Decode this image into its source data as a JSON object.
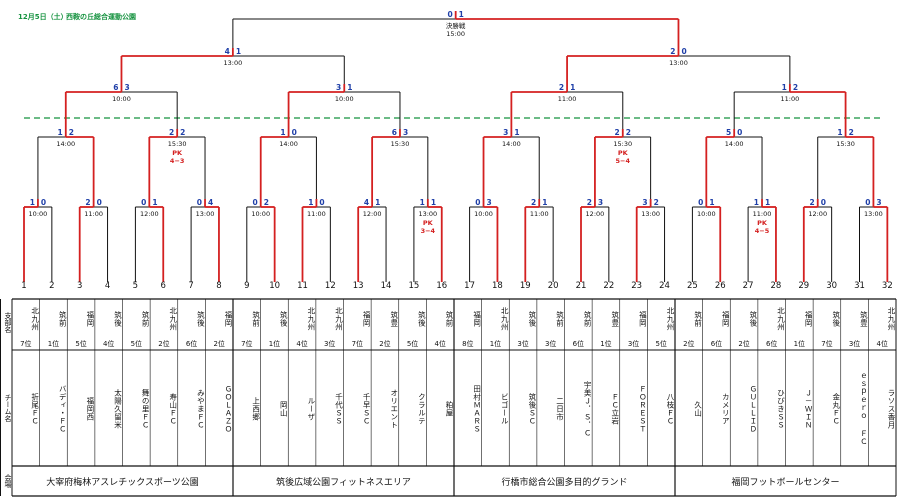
{
  "header": {
    "date": "12月5日（土）",
    "venue": "西鞍の丘総合運動公園"
  },
  "final": {
    "label": "決勝戦",
    "time": "15:00",
    "score_left": "0",
    "score_right": "1"
  },
  "row_labels": {
    "district": "支部名",
    "team": "チーム名",
    "venue": "会場"
  },
  "teams": [
    {
      "no": "1",
      "district": "北九州",
      "rank": "7位",
      "name": "折尾ＦＣ"
    },
    {
      "no": "2",
      "district": "筑前",
      "rank": "1位",
      "name": "バディ・ＦＣ"
    },
    {
      "no": "3",
      "district": "福岡",
      "rank": "5位",
      "name": "福岡西"
    },
    {
      "no": "4",
      "district": "筑後",
      "rank": "4位",
      "name": "太陽久留米"
    },
    {
      "no": "5",
      "district": "筑前",
      "rank": "5位",
      "name": "舞の里ＦＣ"
    },
    {
      "no": "6",
      "district": "北九州",
      "rank": "2位",
      "name": "寿山ＦＣ"
    },
    {
      "no": "7",
      "district": "筑後",
      "rank": "6位",
      "name": "みやまＦＣ"
    },
    {
      "no": "8",
      "district": "福岡",
      "rank": "2位",
      "name": "ＧＯＬＡＺＯ"
    },
    {
      "no": "9",
      "district": "筑前",
      "rank": "7位",
      "name": "上西郷"
    },
    {
      "no": "10",
      "district": "筑後",
      "rank": "1位",
      "name": "岡山"
    },
    {
      "no": "11",
      "district": "北九州",
      "rank": "4位",
      "name": "ルーザ"
    },
    {
      "no": "12",
      "district": "北九州",
      "rank": "3位",
      "name": "千代ＳＳ"
    },
    {
      "no": "13",
      "district": "福岡",
      "rank": "7位",
      "name": "千早ＳＣ"
    },
    {
      "no": "14",
      "district": "筑豊",
      "rank": "2位",
      "name": "オリエント"
    },
    {
      "no": "15",
      "district": "筑後",
      "rank": "5位",
      "name": "クラルテ"
    },
    {
      "no": "16",
      "district": "筑前",
      "rank": "4位",
      "name": "粕屋"
    },
    {
      "no": "17",
      "district": "福岡",
      "rank": "8位",
      "name": "田村ＭＡＲＳ"
    },
    {
      "no": "18",
      "district": "北九州",
      "rank": "1位",
      "name": "ビゴール"
    },
    {
      "no": "19",
      "district": "筑後",
      "rank": "3位",
      "name": "筑後ＳＣ"
    },
    {
      "no": "20",
      "district": "筑前",
      "rank": "3位",
      "name": "二日市"
    },
    {
      "no": "21",
      "district": "筑前",
      "rank": "6位",
      "name": "宇美Ｊ．Ｓ．Ｃ"
    },
    {
      "no": "22",
      "district": "筑豊",
      "rank": "1位",
      "name": "ＦＣ立岩"
    },
    {
      "no": "23",
      "district": "福岡",
      "rank": "3位",
      "name": "ＦＯＲＥＳＴ"
    },
    {
      "no": "24",
      "district": "北九州",
      "rank": "5位",
      "name": "八枝ＦＣ"
    },
    {
      "no": "25",
      "district": "筑前",
      "rank": "2位",
      "name": "久山"
    },
    {
      "no": "26",
      "district": "福岡",
      "rank": "6位",
      "name": "カメリア"
    },
    {
      "no": "27",
      "district": "筑後",
      "rank": "2位",
      "name": "ＧＵＬＬＩＤ"
    },
    {
      "no": "28",
      "district": "北九州",
      "rank": "6位",
      "name": "ひびきＳＳ"
    },
    {
      "no": "29",
      "district": "福岡",
      "rank": "1位",
      "name": "Ｊ－ＷＩＮ"
    },
    {
      "no": "30",
      "district": "筑後",
      "rank": "7位",
      "name": "金丸ＦＣ"
    },
    {
      "no": "31",
      "district": "筑豊",
      "rank": "3位",
      "name": "ｅｓｐｅｒｏ ＦＣ"
    },
    {
      "no": "32",
      "district": "北九州",
      "rank": "4位",
      "name": "ラソス香月"
    }
  ],
  "venues": [
    "大宰府梅林アスレチックスポーツ公園",
    "筑後広域公園フィットネスエリア",
    "行橋市総合公園多目的グランド",
    "福岡フットボールセンター"
  ],
  "rounds": {
    "r1": [
      {
        "time": "10:00",
        "l": "1",
        "r": "0",
        "winner": "L",
        "pk": ""
      },
      {
        "time": "11:00",
        "l": "2",
        "r": "0",
        "winner": "L",
        "pk": ""
      },
      {
        "time": "12:00",
        "l": "0",
        "r": "1",
        "winner": "R",
        "pk": ""
      },
      {
        "time": "13:00",
        "l": "0",
        "r": "4",
        "winner": "R",
        "pk": ""
      },
      {
        "time": "10:00",
        "l": "0",
        "r": "2",
        "winner": "R",
        "pk": ""
      },
      {
        "time": "11:00",
        "l": "1",
        "r": "0",
        "winner": "L",
        "pk": ""
      },
      {
        "time": "12:00",
        "l": "4",
        "r": "1",
        "winner": "L",
        "pk": ""
      },
      {
        "time": "13:00",
        "l": "1",
        "r": "1",
        "winner": "R",
        "pk": "PK\n3−4"
      },
      {
        "time": "10:00",
        "l": "0",
        "r": "3",
        "winner": "R",
        "pk": ""
      },
      {
        "time": "11:00",
        "l": "2",
        "r": "1",
        "winner": "L",
        "pk": ""
      },
      {
        "time": "12:00",
        "l": "2",
        "r": "3",
        "winner": "L",
        "pk": ""
      },
      {
        "time": "13:00",
        "l": "3",
        "r": "2",
        "winner": "L",
        "pk": ""
      },
      {
        "time": "10:00",
        "l": "0",
        "r": "1",
        "winner": "R",
        "pk": ""
      },
      {
        "time": "11:00",
        "l": "1",
        "r": "1",
        "winner": "R",
        "pk": "PK\n4−5"
      },
      {
        "time": "12:00",
        "l": "2",
        "r": "0",
        "winner": "L",
        "pk": ""
      },
      {
        "time": "13:00",
        "l": "0",
        "r": "3",
        "winner": "R",
        "pk": ""
      }
    ],
    "r2": [
      {
        "time": "14:00",
        "l": "1",
        "r": "2",
        "winner": "R",
        "pk": ""
      },
      {
        "time": "15:30",
        "l": "2",
        "r": "2",
        "winner": "L",
        "pk": "PK\n4−3"
      },
      {
        "time": "14:00",
        "l": "1",
        "r": "0",
        "winner": "L",
        "pk": ""
      },
      {
        "time": "15:30",
        "l": "6",
        "r": "3",
        "winner": "L",
        "pk": ""
      },
      {
        "time": "14:00",
        "l": "3",
        "r": "1",
        "winner": "L",
        "pk": ""
      },
      {
        "time": "15:30",
        "l": "2",
        "r": "2",
        "winner": "L",
        "pk": "PK\n5−4"
      },
      {
        "time": "14:00",
        "l": "5",
        "r": "0",
        "winner": "L",
        "pk": ""
      },
      {
        "time": "15:30",
        "l": "1",
        "r": "2",
        "winner": "R",
        "pk": ""
      }
    ],
    "r3": [
      {
        "time": "10:00",
        "l": "6",
        "r": "3",
        "winner": "L",
        "pk": ""
      },
      {
        "time": "10:00",
        "l": "3",
        "r": "1",
        "winner": "L",
        "pk": ""
      },
      {
        "time": "11:00",
        "l": "2",
        "r": "1",
        "winner": "L",
        "pk": ""
      },
      {
        "time": "11:00",
        "l": "1",
        "r": "2",
        "winner": "R",
        "pk": ""
      }
    ],
    "r4": [
      {
        "time": "13:00",
        "l": "4",
        "r": "1",
        "winner": "L",
        "pk": ""
      },
      {
        "time": "13:00",
        "l": "2",
        "r": "0",
        "winner": "L",
        "pk": ""
      }
    ]
  },
  "colors": {
    "winner": "#d42020",
    "loser": "#111111",
    "score": "#1f3fa8",
    "pk": "#d42020",
    "accent": "#15923f"
  }
}
